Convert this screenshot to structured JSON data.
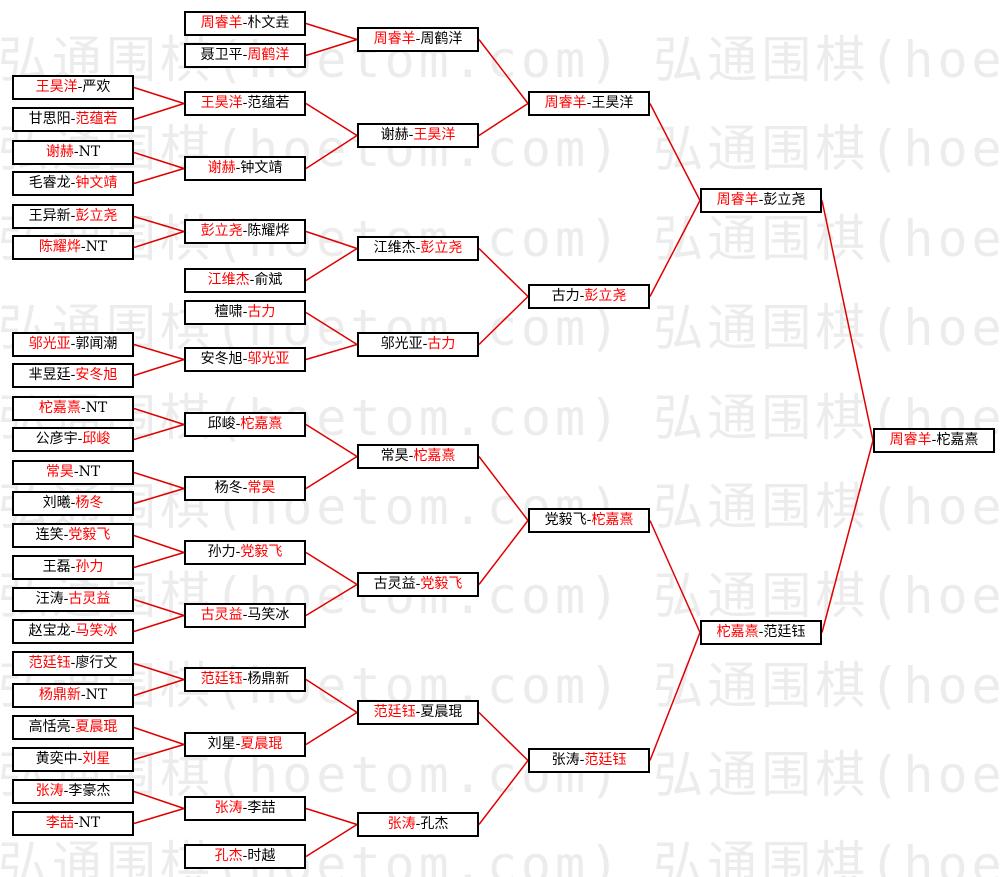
{
  "watermark": "弘通围棋(hoetom.com)",
  "separator": "-",
  "colors": {
    "winner": "#ff0000",
    "connector": "#e00000",
    "border": "#000000",
    "watermark": "#ececec"
  },
  "rounds": [
    {
      "matches": [
        {
          "p1": "王昊洋",
          "p2": "严欢",
          "winner": 1
        },
        {
          "p1": "甘思阳",
          "p2": "范蕴若",
          "winner": 2
        },
        {
          "p1": "谢赫",
          "p2": "NT",
          "winner": 1
        },
        {
          "p1": "毛睿龙",
          "p2": "钟文靖",
          "winner": 2
        },
        {
          "p1": "王异新",
          "p2": "彭立尧",
          "winner": 2
        },
        {
          "p1": "陈耀烨",
          "p2": "NT",
          "winner": 1
        },
        {
          "p1": "邬光亚",
          "p2": "郭闻潮",
          "winner": 1
        },
        {
          "p1": "芈昱廷",
          "p2": "安冬旭",
          "winner": 2
        },
        {
          "p1": "柁嘉熹",
          "p2": "NT",
          "winner": 1
        },
        {
          "p1": "公彦宇",
          "p2": "邱峻",
          "winner": 2
        },
        {
          "p1": "常昊",
          "p2": "NT",
          "winner": 1
        },
        {
          "p1": "刘曦",
          "p2": "杨冬",
          "winner": 2
        },
        {
          "p1": "连笑",
          "p2": "党毅飞",
          "winner": 2
        },
        {
          "p1": "王磊",
          "p2": "孙力",
          "winner": 2
        },
        {
          "p1": "汪涛",
          "p2": "古灵益",
          "winner": 2
        },
        {
          "p1": "赵宝龙",
          "p2": "马笑冰",
          "winner": 2
        },
        {
          "p1": "范廷钰",
          "p2": "廖行文",
          "winner": 1
        },
        {
          "p1": "杨鼎新",
          "p2": "NT",
          "winner": 1
        },
        {
          "p1": "高恬亮",
          "p2": "夏晨琨",
          "winner": 2
        },
        {
          "p1": "黄奕中",
          "p2": "刘星",
          "winner": 2
        },
        {
          "p1": "张涛",
          "p2": "李豪杰",
          "winner": 1
        },
        {
          "p1": "李喆",
          "p2": "NT",
          "winner": 1
        }
      ]
    },
    {
      "matches": [
        {
          "p1": "周睿羊",
          "p2": "朴文垚",
          "winner": 1
        },
        {
          "p1": "聂卫平",
          "p2": "周鹤洋",
          "winner": 2
        },
        {
          "p1": "王昊洋",
          "p2": "范蕴若",
          "winner": 1
        },
        {
          "p1": "谢赫",
          "p2": "钟文靖",
          "winner": 1
        },
        {
          "p1": "彭立尧",
          "p2": "陈耀烨",
          "winner": 1
        },
        {
          "p1": "江维杰",
          "p2": "俞斌",
          "winner": 1
        },
        {
          "p1": "檀啸",
          "p2": "古力",
          "winner": 2
        },
        {
          "p1": "安冬旭",
          "p2": "邬光亚",
          "winner": 2
        },
        {
          "p1": "邱峻",
          "p2": "柁嘉熹",
          "winner": 2
        },
        {
          "p1": "杨冬",
          "p2": "常昊",
          "winner": 2
        },
        {
          "p1": "孙力",
          "p2": "党毅飞",
          "winner": 2
        },
        {
          "p1": "古灵益",
          "p2": "马笑冰",
          "winner": 1
        },
        {
          "p1": "范廷钰",
          "p2": "杨鼎新",
          "winner": 1
        },
        {
          "p1": "刘星",
          "p2": "夏晨琨",
          "winner": 2
        },
        {
          "p1": "张涛",
          "p2": "李喆",
          "winner": 1
        },
        {
          "p1": "孔杰",
          "p2": "时越",
          "winner": 1
        }
      ]
    },
    {
      "matches": [
        {
          "p1": "周睿羊",
          "p2": "周鹤洋",
          "winner": 1
        },
        {
          "p1": "谢赫",
          "p2": "王昊洋",
          "winner": 2
        },
        {
          "p1": "江维杰",
          "p2": "彭立尧",
          "winner": 2
        },
        {
          "p1": "邬光亚",
          "p2": "古力",
          "winner": 2
        },
        {
          "p1": "常昊",
          "p2": "柁嘉熹",
          "winner": 2
        },
        {
          "p1": "古灵益",
          "p2": "党毅飞",
          "winner": 2
        },
        {
          "p1": "范廷钰",
          "p2": "夏晨琨",
          "winner": 1
        },
        {
          "p1": "张涛",
          "p2": "孔杰",
          "winner": 1
        }
      ]
    },
    {
      "matches": [
        {
          "p1": "周睿羊",
          "p2": "王昊洋",
          "winner": 1
        },
        {
          "p1": "古力",
          "p2": "彭立尧",
          "winner": 2
        },
        {
          "p1": "党毅飞",
          "p2": "柁嘉熹",
          "winner": 2
        },
        {
          "p1": "张涛",
          "p2": "范廷钰",
          "winner": 2
        }
      ]
    },
    {
      "matches": [
        {
          "p1": "周睿羊",
          "p2": "彭立尧",
          "winner": 1
        },
        {
          "p1": "柁嘉熹",
          "p2": "范廷钰",
          "winner": 1
        }
      ]
    },
    {
      "matches": [
        {
          "p1": "周睿羊",
          "p2": "柁嘉熹",
          "winner": 1
        }
      ]
    }
  ]
}
